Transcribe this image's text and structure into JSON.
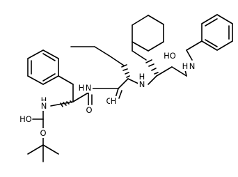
{
  "atom_labels": {
    "ho_carboxyl": "HO",
    "o_carbamate_ester": "O",
    "nh_carbamate": "N",
    "h_carbamate": "H",
    "o_amide1": "O",
    "nh_amide1": "N",
    "h_amide1": "H",
    "o_amide2": "O",
    "nh_amine": "N",
    "h_amine": "H",
    "ho_alcohol": "HO",
    "nh_benzylamine": "N",
    "h_benzylamine": "H"
  }
}
